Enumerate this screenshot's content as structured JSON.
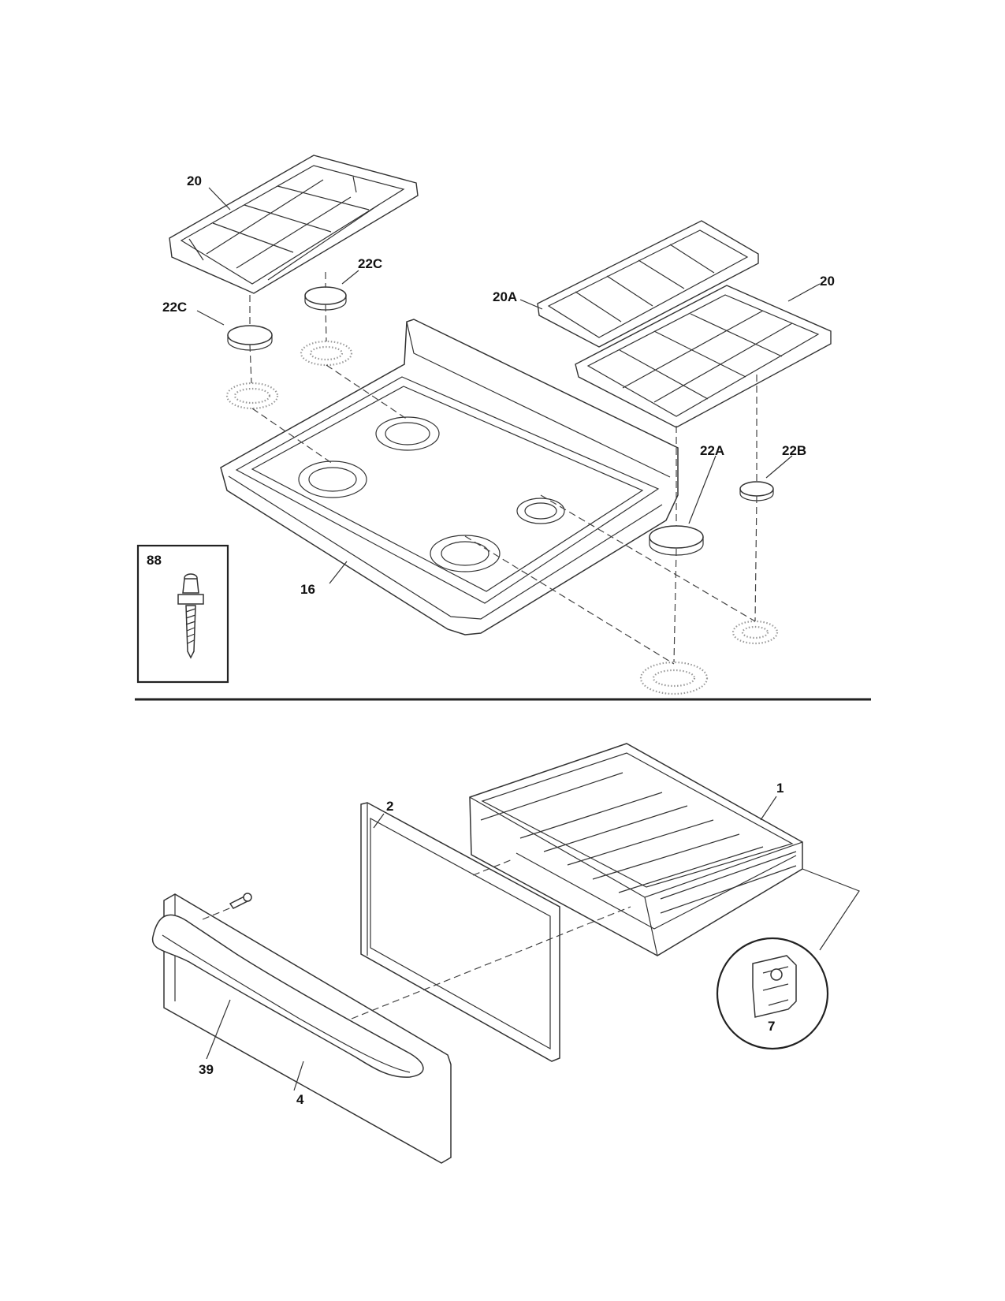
{
  "labels": {
    "l20_left": "20",
    "l22c_top": "22C",
    "l22c_left": "22C",
    "l20a": "20A",
    "l20_right": "20",
    "l22a": "22A",
    "l22b": "22B",
    "l16": "16",
    "l88": "88",
    "l1": "1",
    "l2": "2",
    "l7": "7",
    "l39": "39",
    "l4": "4"
  }
}
